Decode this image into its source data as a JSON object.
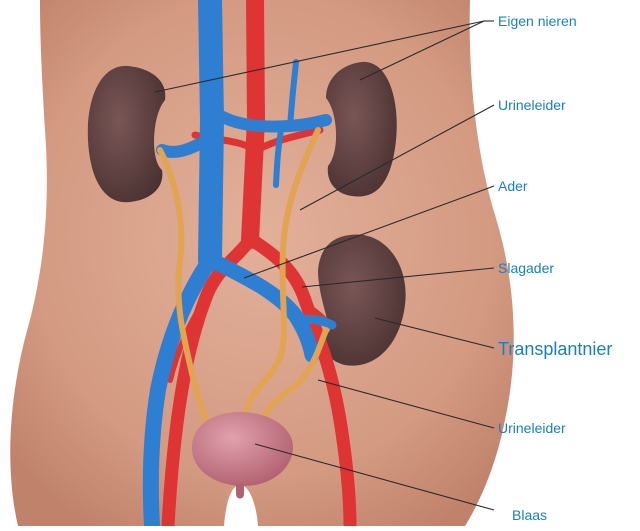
{
  "labels": {
    "eigen_nieren": "Eigen nieren",
    "urineleider_top": "Urineleider",
    "ader": "Ader",
    "slagader": "Slagader",
    "transplantnier": "Transplantnier",
    "urineleider_bottom": "Urineleider",
    "blaas": "Blaas"
  },
  "colors": {
    "skin": "#d9a089",
    "kidney": "#5e4140",
    "vein": "#2e7fd1",
    "artery": "#de3434",
    "ureter": "#e0a453",
    "bladder": "#c97d8b",
    "label": "#1a7fc0"
  }
}
